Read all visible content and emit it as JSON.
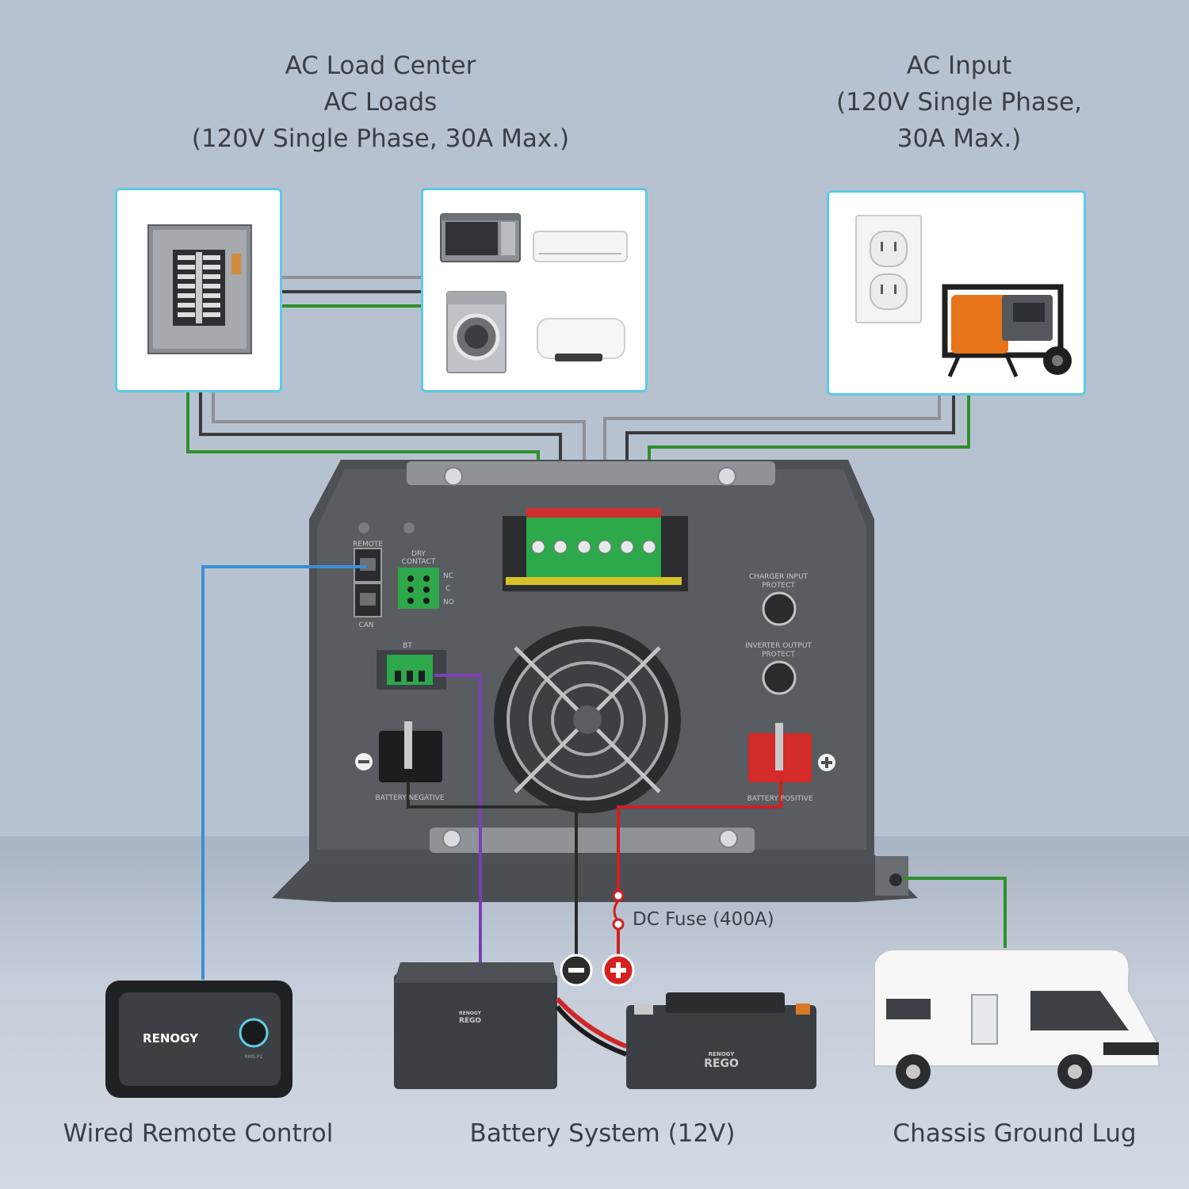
{
  "labels": {
    "ac_load_center": [
      "AC Load Center",
      "AC Loads",
      "(120V Single Phase, 30A Max.)"
    ],
    "ac_input": [
      "AC Input",
      "(120V Single Phase,",
      "30A Max.)"
    ],
    "dc_fuse": "DC Fuse (400A)",
    "wired_remote": "Wired Remote Control",
    "battery_system": "Battery System (12V)",
    "chassis_ground": "Chassis Ground Lug"
  },
  "inverter_panel": {
    "remote": "REMOTE",
    "can": "CAN",
    "dry_contact": [
      "DRY",
      "CONTACT"
    ],
    "nc": "NC",
    "c": "C",
    "no": "NO",
    "bt": "BT",
    "charger_input_protect": [
      "CHARGER INPUT",
      "PROTECT"
    ],
    "inverter_output_protect": [
      "INVERTER OUTPUT",
      "PROTECT"
    ],
    "battery_negative": "BATTERY NEGATIVE",
    "battery_positive": "BATTERY POSITIVE"
  },
  "remote_device": {
    "brand": "RENOGY",
    "model": "RMS-P2"
  },
  "battery_brand": [
    "RENOGY",
    "REGO"
  ],
  "colors": {
    "wire_gray": "#8f9196",
    "wire_black": "#3a3a3a",
    "wire_green": "#2f8f2b",
    "wire_blue": "#3a8fd8",
    "wire_purple": "#7a3fb8",
    "wire_red": "#d02020",
    "panel_border": "#5ec9e6"
  }
}
